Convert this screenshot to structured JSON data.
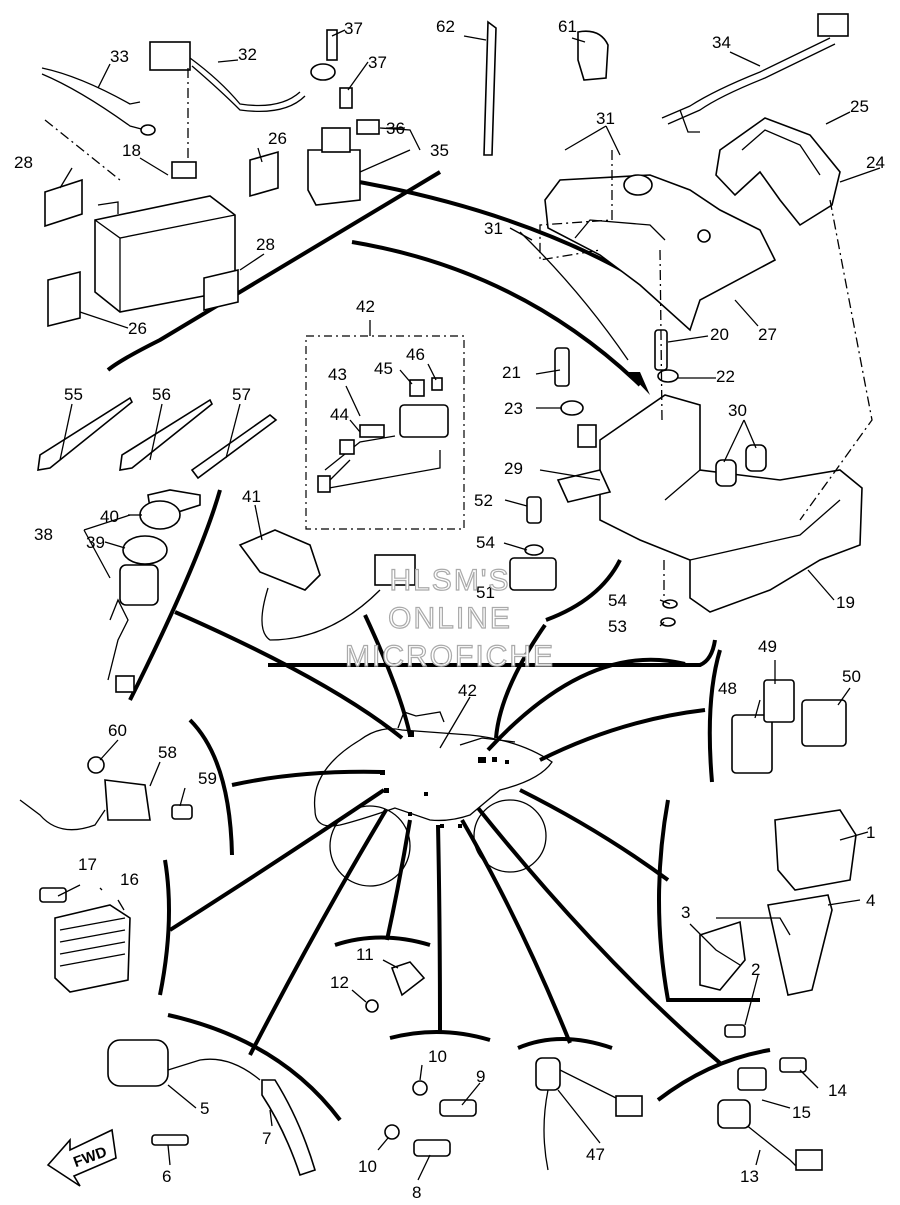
{
  "watermark": {
    "line1": "HLSM'S",
    "line2": "ONLINE",
    "line3": "MICROFICHE"
  },
  "fwd_label": "FWD",
  "callouts": {
    "p1": "1",
    "p2": "2",
    "p3": "3",
    "p4": "4",
    "p5": "5",
    "p6": "6",
    "p7": "7",
    "p8": "8",
    "p9": "9",
    "p10a": "10",
    "p10b": "10",
    "p11": "11",
    "p12": "12",
    "p13": "13",
    "p14": "14",
    "p15": "15",
    "p16": "16",
    "p17": "17",
    "p18": "18",
    "p19": "19",
    "p20": "20",
    "p21": "21",
    "p22": "22",
    "p23": "23",
    "p24": "24",
    "p25": "25",
    "p26a": "26",
    "p26b": "26",
    "p27": "27",
    "p28a": "28",
    "p28b": "28",
    "p29": "29",
    "p30": "30",
    "p31a": "31",
    "p31b": "31",
    "p32": "32",
    "p33": "33",
    "p34": "34",
    "p35": "35",
    "p36": "36",
    "p37a": "37",
    "p37b": "37",
    "p38": "38",
    "p39": "39",
    "p40": "40",
    "p41": "41",
    "p42a": "42",
    "p42b": "42",
    "p43": "43",
    "p44": "44",
    "p45": "45",
    "p46": "46",
    "p47": "47",
    "p48": "48",
    "p49": "49",
    "p50": "50",
    "p51": "51",
    "p52": "52",
    "p53": "53",
    "p54a": "54",
    "p54b": "54",
    "p55": "55",
    "p56": "56",
    "p57": "57",
    "p58": "58",
    "p59": "59",
    "p60": "60",
    "p61": "61",
    "p62": "62"
  }
}
